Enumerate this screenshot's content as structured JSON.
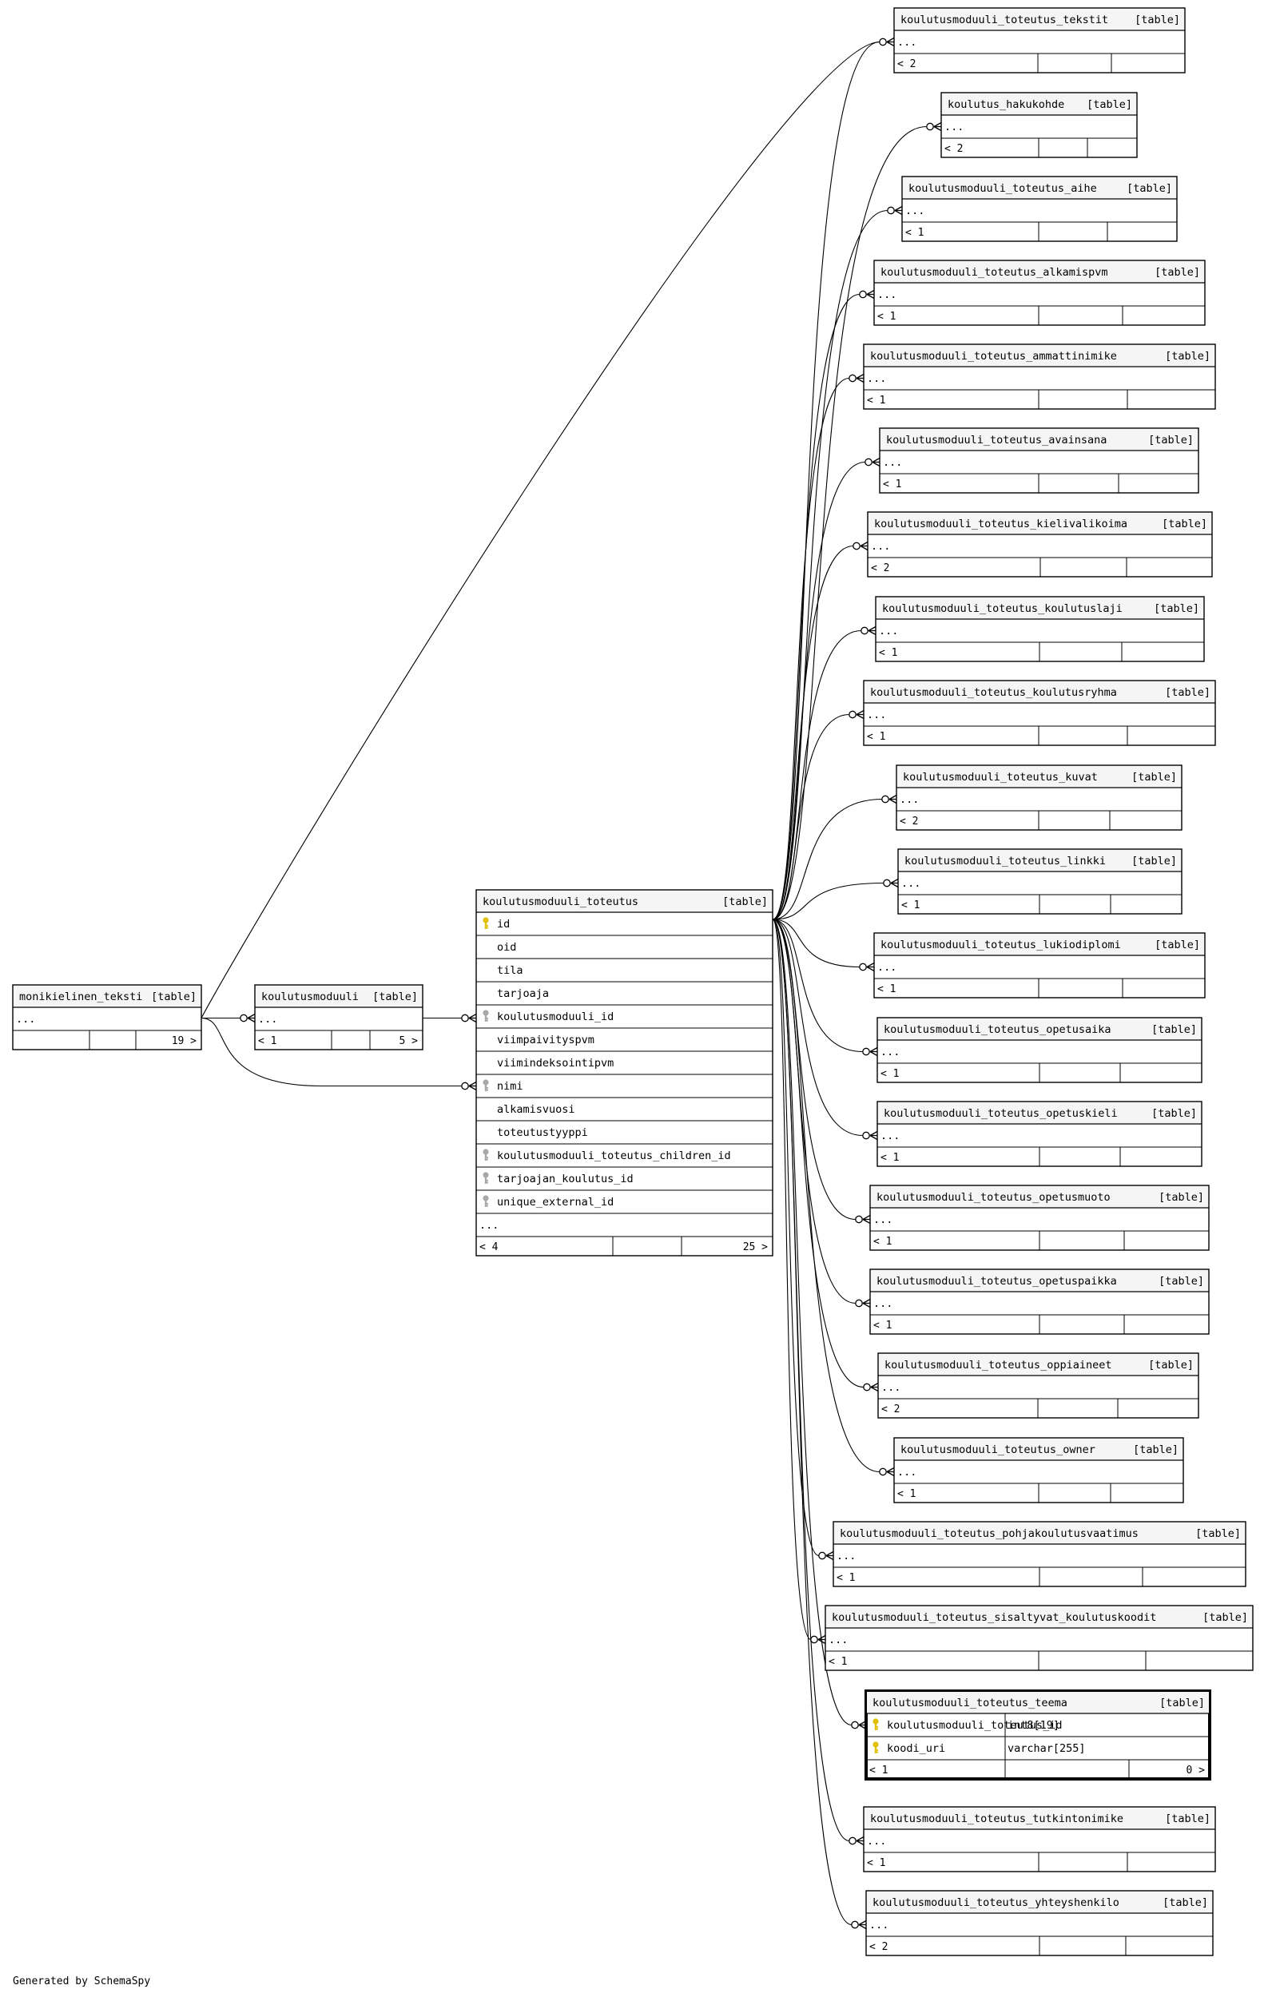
{
  "footer": "Generated by SchemaSpy",
  "tables": [
    {
      "id": "monikielinen_teksti",
      "name": "monikielinen_teksti",
      "kind": "[table]",
      "columns": [],
      "ellipsis": "...",
      "left": "",
      "right": "19 >"
    },
    {
      "id": "koulutusmoduuli",
      "name": "koulutusmoduuli",
      "kind": "[table]",
      "columns": [],
      "ellipsis": "...",
      "left": "< 1",
      "right": "5 >"
    },
    {
      "id": "koulutusmoduuli_toteutus",
      "name": "koulutusmoduuli_toteutus",
      "kind": "[table]",
      "columns": [
        {
          "name": "id",
          "key": "pk"
        },
        {
          "name": "oid",
          "key": ""
        },
        {
          "name": "tila",
          "key": ""
        },
        {
          "name": "tarjoaja",
          "key": ""
        },
        {
          "name": "koulutusmoduuli_id",
          "key": "fk"
        },
        {
          "name": "viimpaivityspvm",
          "key": ""
        },
        {
          "name": "viimindeksointipvm",
          "key": ""
        },
        {
          "name": "nimi",
          "key": "fk"
        },
        {
          "name": "alkamisvuosi",
          "key": ""
        },
        {
          "name": "toteutustyyppi",
          "key": ""
        },
        {
          "name": "koulutusmoduuli_toteutus_children_id",
          "key": "fk"
        },
        {
          "name": "tarjoajan_koulutus_id",
          "key": "fk"
        },
        {
          "name": "unique_external_id",
          "key": "fk"
        }
      ],
      "ellipsis": "...",
      "left": "< 4",
      "right": "25 >"
    },
    {
      "id": "t_tekstit",
      "name": "koulutusmoduuli_toteutus_tekstit",
      "kind": "[table]",
      "columns": [],
      "ellipsis": "...",
      "left": "< 2",
      "right": ""
    },
    {
      "id": "t_hakukohde",
      "name": "koulutus_hakukohde",
      "kind": "[table]",
      "columns": [],
      "ellipsis": "...",
      "left": "< 2",
      "right": ""
    },
    {
      "id": "t_aihe",
      "name": "koulutusmoduuli_toteutus_aihe",
      "kind": "[table]",
      "columns": [],
      "ellipsis": "...",
      "left": "< 1",
      "right": ""
    },
    {
      "id": "t_alkamispvm",
      "name": "koulutusmoduuli_toteutus_alkamispvm",
      "kind": "[table]",
      "columns": [],
      "ellipsis": "...",
      "left": "< 1",
      "right": ""
    },
    {
      "id": "t_ammattinimike",
      "name": "koulutusmoduuli_toteutus_ammattinimike",
      "kind": "[table]",
      "columns": [],
      "ellipsis": "...",
      "left": "< 1",
      "right": ""
    },
    {
      "id": "t_avainsana",
      "name": "koulutusmoduuli_toteutus_avainsana",
      "kind": "[table]",
      "columns": [],
      "ellipsis": "...",
      "left": "< 1",
      "right": ""
    },
    {
      "id": "t_kielivalikoima",
      "name": "koulutusmoduuli_toteutus_kielivalikoima",
      "kind": "[table]",
      "columns": [],
      "ellipsis": "...",
      "left": "< 2",
      "right": ""
    },
    {
      "id": "t_koulutuslaji",
      "name": "koulutusmoduuli_toteutus_koulutuslaji",
      "kind": "[table]",
      "columns": [],
      "ellipsis": "...",
      "left": "< 1",
      "right": ""
    },
    {
      "id": "t_koulutusryhma",
      "name": "koulutusmoduuli_toteutus_koulutusryhma",
      "kind": "[table]",
      "columns": [],
      "ellipsis": "...",
      "left": "< 1",
      "right": ""
    },
    {
      "id": "t_kuvat",
      "name": "koulutusmoduuli_toteutus_kuvat",
      "kind": "[table]",
      "columns": [],
      "ellipsis": "...",
      "left": "< 2",
      "right": ""
    },
    {
      "id": "t_linkki",
      "name": "koulutusmoduuli_toteutus_linkki",
      "kind": "[table]",
      "columns": [],
      "ellipsis": "...",
      "left": "< 1",
      "right": ""
    },
    {
      "id": "t_lukiodiplomi",
      "name": "koulutusmoduuli_toteutus_lukiodiplomi",
      "kind": "[table]",
      "columns": [],
      "ellipsis": "...",
      "left": "< 1",
      "right": ""
    },
    {
      "id": "t_opetusaika",
      "name": "koulutusmoduuli_toteutus_opetusaika",
      "kind": "[table]",
      "columns": [],
      "ellipsis": "...",
      "left": "< 1",
      "right": ""
    },
    {
      "id": "t_opetuskieli",
      "name": "koulutusmoduuli_toteutus_opetuskieli",
      "kind": "[table]",
      "columns": [],
      "ellipsis": "...",
      "left": "< 1",
      "right": ""
    },
    {
      "id": "t_opetusmuoto",
      "name": "koulutusmoduuli_toteutus_opetusmuoto",
      "kind": "[table]",
      "columns": [],
      "ellipsis": "...",
      "left": "< 1",
      "right": ""
    },
    {
      "id": "t_opetuspaikka",
      "name": "koulutusmoduuli_toteutus_opetuspaikka",
      "kind": "[table]",
      "columns": [],
      "ellipsis": "...",
      "left": "< 1",
      "right": ""
    },
    {
      "id": "t_oppiaineet",
      "name": "koulutusmoduuli_toteutus_oppiaineet",
      "kind": "[table]",
      "columns": [],
      "ellipsis": "...",
      "left": "< 2",
      "right": ""
    },
    {
      "id": "t_owner",
      "name": "koulutusmoduuli_toteutus_owner",
      "kind": "[table]",
      "columns": [],
      "ellipsis": "...",
      "left": "< 1",
      "right": ""
    },
    {
      "id": "t_pohjakoulutusvaatimus",
      "name": "koulutusmoduuli_toteutus_pohjakoulutusvaatimus",
      "kind": "[table]",
      "columns": [],
      "ellipsis": "...",
      "left": "< 1",
      "right": ""
    },
    {
      "id": "t_sisaltyvat",
      "name": "koulutusmoduuli_toteutus_sisaltyvat_koulutuskoodit",
      "kind": "[table]",
      "columns": [],
      "ellipsis": "...",
      "left": "< 1",
      "right": ""
    },
    {
      "id": "t_teema",
      "name": "koulutusmoduuli_toteutus_teema",
      "kind": "[table]",
      "focus": true,
      "columns": [
        {
          "name": "koulutusmoduuli_toteutus_id",
          "key": "pk",
          "type": "int8[19]"
        },
        {
          "name": "koodi_uri",
          "key": "pk",
          "type": "varchar[255]"
        }
      ],
      "ellipsis": "",
      "left": "< 1",
      "right": "0 >"
    },
    {
      "id": "t_tutkintonimike",
      "name": "koulutusmoduuli_toteutus_tutkintonimike",
      "kind": "[table]",
      "columns": [],
      "ellipsis": "...",
      "left": "< 1",
      "right": ""
    },
    {
      "id": "t_yhteyshenkilo",
      "name": "koulutusmoduuli_toteutus_yhteyshenkilo",
      "kind": "[table]",
      "columns": [],
      "ellipsis": "...",
      "left": "< 2",
      "right": ""
    }
  ],
  "relations": [
    {
      "from": "monikielinen_teksti",
      "to": "koulutusmoduuli"
    },
    {
      "from": "monikielinen_teksti",
      "to": "koulutusmoduuli_toutus_nimi"
    },
    {
      "from": "monikielinen_teksti",
      "to": "t_tekstit"
    },
    {
      "from": "koulutusmoduuli",
      "to": "koulutusmoduuli_toteutus"
    },
    {
      "from": "koulutusmoduuli_toteutus",
      "to": "t_tekstit"
    },
    {
      "from": "koulutusmoduuli_toteutus",
      "to": "t_hakukohde"
    },
    {
      "from": "koulutusmoduuli_toteutus",
      "to": "t_aihe"
    },
    {
      "from": "koulutusmoduuli_toteutus",
      "to": "t_alkamispvm"
    },
    {
      "from": "koulutusmoduuli_toteutus",
      "to": "t_ammattinimike"
    },
    {
      "from": "koulutusmoduuli_toteutus",
      "to": "t_avainsana"
    },
    {
      "from": "koulutusmoduuli_toteutus",
      "to": "t_kielivalikoima"
    },
    {
      "from": "koulutusmoduuli_toteutus",
      "to": "t_koulutuslaji"
    },
    {
      "from": "koulutusmoduuli_toteutus",
      "to": "t_koulutusryhma"
    },
    {
      "from": "koulutusmoduuli_toteutus",
      "to": "t_kuvat"
    },
    {
      "from": "koulutusmoduuli_toteutus",
      "to": "t_linkki"
    },
    {
      "from": "koulutusmoduuli_toteutus",
      "to": "t_lukiodiplomi"
    },
    {
      "from": "koulutusmoduuli_toteutus",
      "to": "t_opetusaika"
    },
    {
      "from": "koulutusmoduuli_toteutus",
      "to": "t_opetuskieli"
    },
    {
      "from": "koulutusmoduuli_toteutus",
      "to": "t_opetusmuoto"
    },
    {
      "from": "koulutusmoduuli_toteutus",
      "to": "t_opetuspaikka"
    },
    {
      "from": "koulutusmoduuli_toteutus",
      "to": "t_oppiaineet"
    },
    {
      "from": "koulutusmoduuli_toteutus",
      "to": "t_owner"
    },
    {
      "from": "koulutusmoduuli_toteutus",
      "to": "t_pohjakoulutusvaatimus"
    },
    {
      "from": "koulutusmoduuli_toteutus",
      "to": "t_sisaltyvat"
    },
    {
      "from": "koulutusmoduuli_toteutus",
      "to": "t_teema"
    },
    {
      "from": "koulutusmoduuli_toteutus",
      "to": "t_tutkintonimike"
    },
    {
      "from": "koulutusmoduuli_toteutus",
      "to": "t_yhteyshenkilo"
    }
  ]
}
